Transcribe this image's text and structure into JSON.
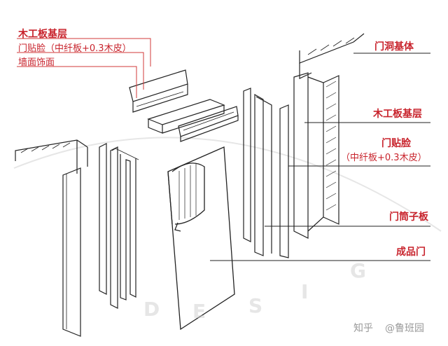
{
  "labels": {
    "left_wood_base": "木工板基层",
    "left_door_veneer": "门贴脸（中纤板+0.3木皮）",
    "left_wall_finish": "墙面饰面",
    "door_opening_base": "门洞基体",
    "right_wood_base": "木工板基层",
    "right_door_veneer": "门贴脸",
    "right_veneer_spec": "（中纤板+0.3木皮）",
    "door_jamb_board": "门筒子板",
    "finished_door": "成品门"
  },
  "watermark": {
    "platform": "知乎",
    "author": "@鲁班园",
    "letters": [
      "D",
      "E",
      "S",
      "I",
      "G"
    ]
  },
  "colors": {
    "label_red": "#c8232c",
    "line": "#222222",
    "leader": "#d23a3a"
  }
}
